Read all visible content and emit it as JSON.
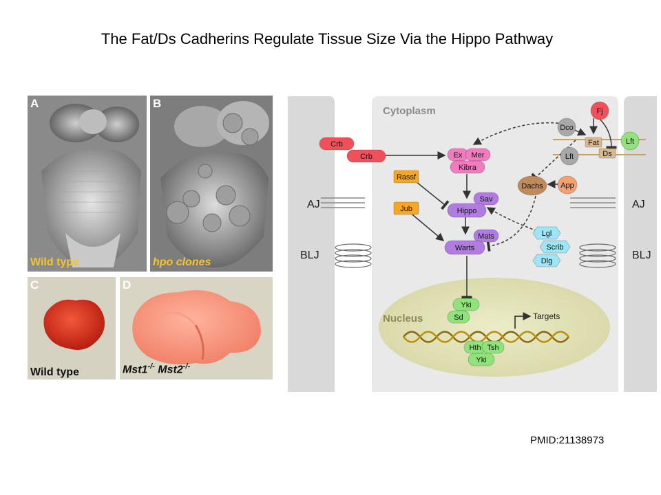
{
  "title": "The Fat/Ds Cadherins Regulate Tissue Size Via the Hippo Pathway",
  "pmid": "PMID:21138973",
  "panels": {
    "a": {
      "label": "A",
      "caption": "Wild type"
    },
    "b": {
      "label": "B",
      "caption": "hpo clones"
    },
    "c": {
      "label": "C",
      "caption": "Wild type"
    },
    "d": {
      "label": "D",
      "caption_1": "Mst1",
      "sup_1": "-/-",
      "caption_2": "Mst2",
      "sup_2": "-/-"
    }
  },
  "diagram": {
    "cytoplasm": "Cytoplasm",
    "nucleus": "Nucleus",
    "aj": "AJ",
    "blj": "BLJ",
    "targets": "Targets",
    "nodes": {
      "crb1": "Crb",
      "crb2": "Crb",
      "ex": "Ex",
      "mer": "Mer",
      "kibra": "Kibra",
      "rassf": "Rassf",
      "jub": "Jub",
      "sav": "Sav",
      "hippo": "Hippo",
      "mats": "Mats",
      "warts": "Warts",
      "fj": "Fj",
      "dco": "Dco",
      "fat": "Fat",
      "ds": "Ds",
      "lft1": "Lft",
      "lft2": "Lft",
      "dachs": "Dachs",
      "app": "App",
      "lgl": "Lgl",
      "scrib": "Scrib",
      "dlg": "Dlg",
      "yki1": "Yki",
      "sd": "Sd",
      "hth": "Hth",
      "tsh": "Tsh",
      "yki2": "Yki"
    }
  }
}
